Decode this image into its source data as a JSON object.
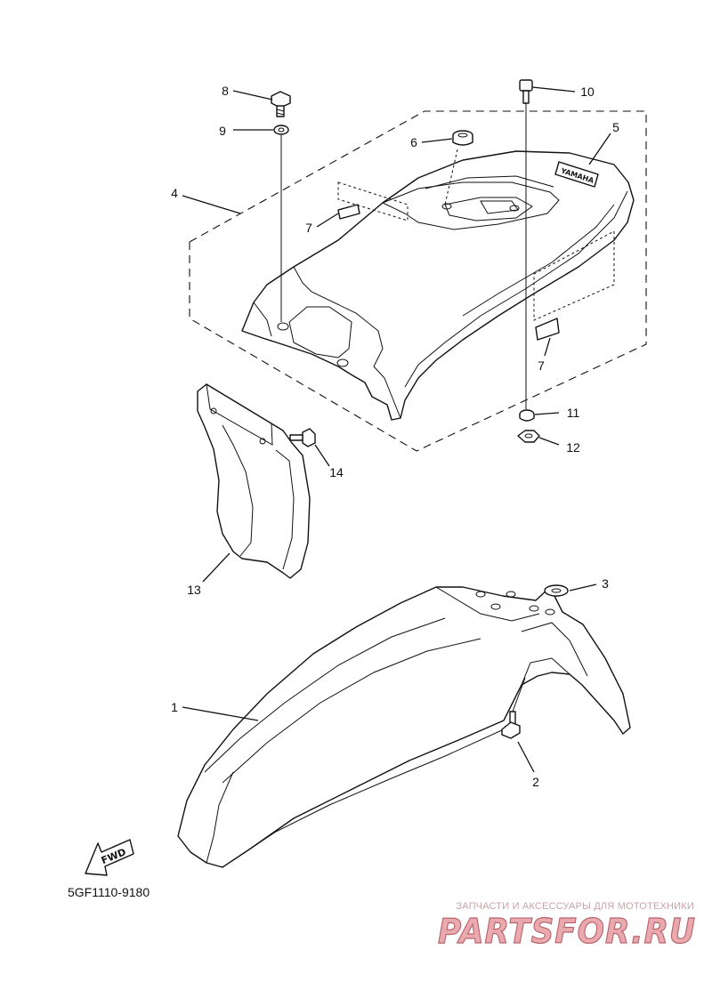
{
  "callouts": {
    "c1": "1",
    "c2": "2",
    "c3": "3",
    "c4": "4",
    "c5": "5",
    "c6": "6",
    "c7a": "7",
    "c7b": "7",
    "c8": "8",
    "c9": "9",
    "c10": "10",
    "c11": "11",
    "c12": "12",
    "c13": "13",
    "c14": "14"
  },
  "emblem_text": "YAMAHA",
  "fwd_label": "FWD",
  "diagram_code": "5GF1110-9180",
  "watermark": {
    "tagline": "ЗАПЧАСТИ И АКСЕССУАРЫ ДЛЯ МОТОТЕХНИКИ",
    "brand": "PARTSFOR.RU"
  }
}
